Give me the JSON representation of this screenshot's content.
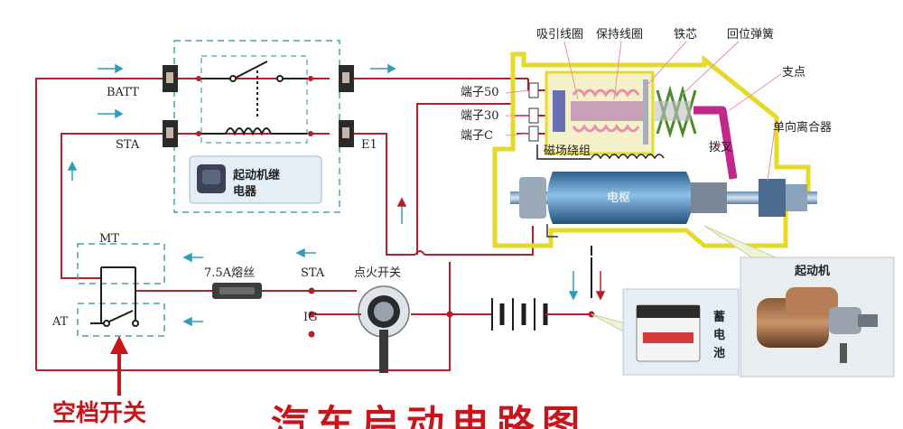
{
  "labels": {
    "batt": "BATT",
    "sta_left": "STA",
    "e1": "E1",
    "relay_line1": "起动机继",
    "relay_line2": "电器",
    "mt": "MT",
    "at": "AT",
    "fuse": "7.5A熔丝",
    "sta_switch": "STA",
    "ig": "IG",
    "ignition_switch": "点火开关",
    "terminal_50": "端子50",
    "terminal_30": "端子30",
    "terminal_c": "端子C",
    "pull_in_coil": "吸引线圈",
    "hold_coil": "保持线圈",
    "iron_core": "铁芯",
    "return_spring": "回位弹簧",
    "pivot": "支点",
    "one_way_clutch": "单向离合器",
    "shift_fork": "拨叉",
    "field_winding": "磁场绕组",
    "armature": "电枢",
    "battery_line1": "蓄",
    "battery_line2": "电",
    "battery_line3": "池",
    "starter_motor": "起动机",
    "neutral_switch": "空档开关",
    "diagram_title": "汽车启动电路图"
  },
  "colors": {
    "wire": "#b3202a",
    "dark_wire": "#1e1e1e",
    "flow_arrow": "#2aa0b8",
    "housing": "#e5d92a",
    "dashed_box": "#49a2a6",
    "caption_red": "#c8141b"
  }
}
